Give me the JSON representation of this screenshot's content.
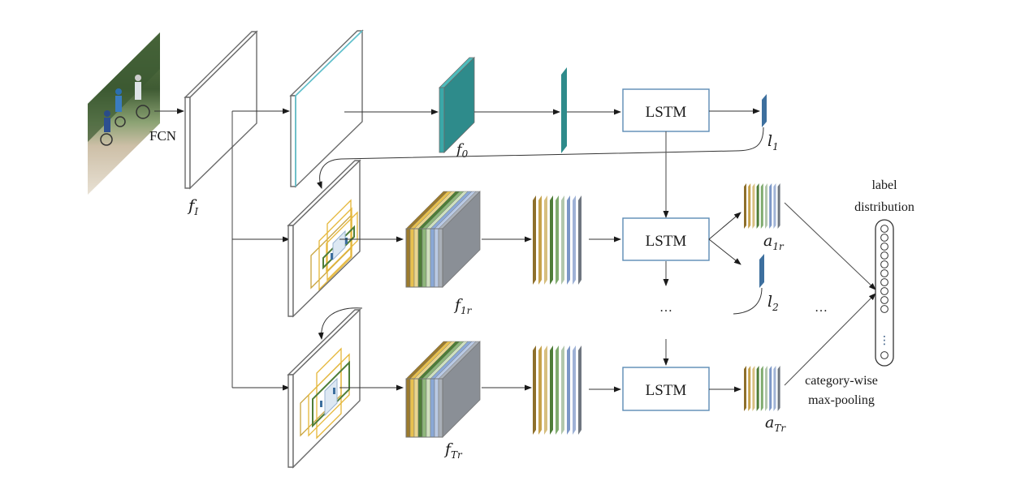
{
  "figure": {
    "input_label": "FCN",
    "feature_map_label": {
      "base": "f",
      "sub": "I"
    },
    "f0_label": {
      "base": "f",
      "sub": "0"
    },
    "f1r_label": {
      "base": "f",
      "sub": "1r"
    },
    "fTr_label": {
      "base": "f",
      "sub": "Tr"
    },
    "a1r_label": {
      "base": "a",
      "sub": "1r"
    },
    "aTr_label": {
      "base": "a",
      "sub": "Tr"
    },
    "l1_label": {
      "base": "l",
      "sub": "1"
    },
    "l2_label": {
      "base": "l",
      "sub": "2"
    },
    "lstm_labels": [
      "LSTM",
      "LSTM",
      "LSTM"
    ],
    "ellipsis": "…",
    "label_distribution": [
      "label",
      "distribution"
    ],
    "pooling_label": [
      "category-wise",
      "max-pooling"
    ],
    "distribution_dots": "⋮",
    "node_count": 10
  },
  "colors": {
    "teal": "#2e8b8b",
    "teal_light": "#4cbcbc",
    "cyan_edge": "#5fc3cf",
    "loc_blue": "#3d6f9e",
    "lstm_border": "#5c8bb5",
    "stripes": [
      "#9b7b2e",
      "#e7c04f",
      "#e9d58e",
      "#4e7d38",
      "#8db67a",
      "#cfe0bf",
      "#8aa8d6",
      "#b9c9e4",
      "#aab0b8"
    ],
    "bar_stripes": [
      "#8e6f2b",
      "#c6a24a",
      "#d7bf7f",
      "#4e7d38",
      "#7fab6e",
      "#b2c7ac",
      "#7c97c7",
      "#9fb2d6",
      "#6f7680"
    ],
    "box_gray": "#8a8f96",
    "box_yellow": "#e5b73a"
  }
}
